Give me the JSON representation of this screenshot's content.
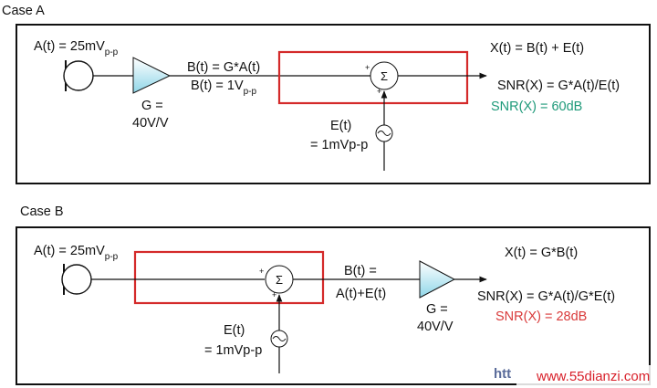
{
  "colors": {
    "line": "#111111",
    "highlight_box": "#d42a2a",
    "snr_case_a": "#1f9a7a",
    "snr_case_b": "#d93a3a",
    "watermark": "#d8202a",
    "amp_fill_top": "#ffffff",
    "amp_fill_bottom": "#8fd6e8"
  },
  "case_a": {
    "title": "Case A",
    "source_label": "A(t) = 25mV",
    "source_label_sub": "p-p",
    "gain_label_line1": "G =",
    "gain_label_line2": "40V/V",
    "b_label_line1": "B(t) = G*A(t)",
    "b_label_line2": "B(t) = 1V",
    "b_label_line2_sub": "p-p",
    "sum_symbol": "Σ",
    "plus": "+",
    "noise_label_line1": "E(t)",
    "noise_label_line2": "= 1mVp-p",
    "output_label": "X(t) = B(t) + E(t)",
    "snr_formula": "SNR(X) = G*A(t)/E(t)",
    "snr_value": "SNR(X) = 60dB"
  },
  "case_b": {
    "title": "Case B",
    "source_label": "A(t) = 25mV",
    "source_label_sub": "p-p",
    "sum_symbol": "Σ",
    "plus": "+",
    "noise_label_line1": "E(t)",
    "noise_label_line2": "= 1mVp-p",
    "b_label_line1": "B(t) =",
    "b_label_line2": "A(t)+E(t)",
    "gain_label_line1": "G =",
    "gain_label_line2": "40V/V",
    "output_label": "X(t) = G*B(t)",
    "snr_formula": "SNR(X) = G*A(t)/G*E(t)",
    "snr_value": "SNR(X) = 28dB"
  },
  "watermark": {
    "partial": "htt",
    "site": "www.55dianzi.com"
  }
}
